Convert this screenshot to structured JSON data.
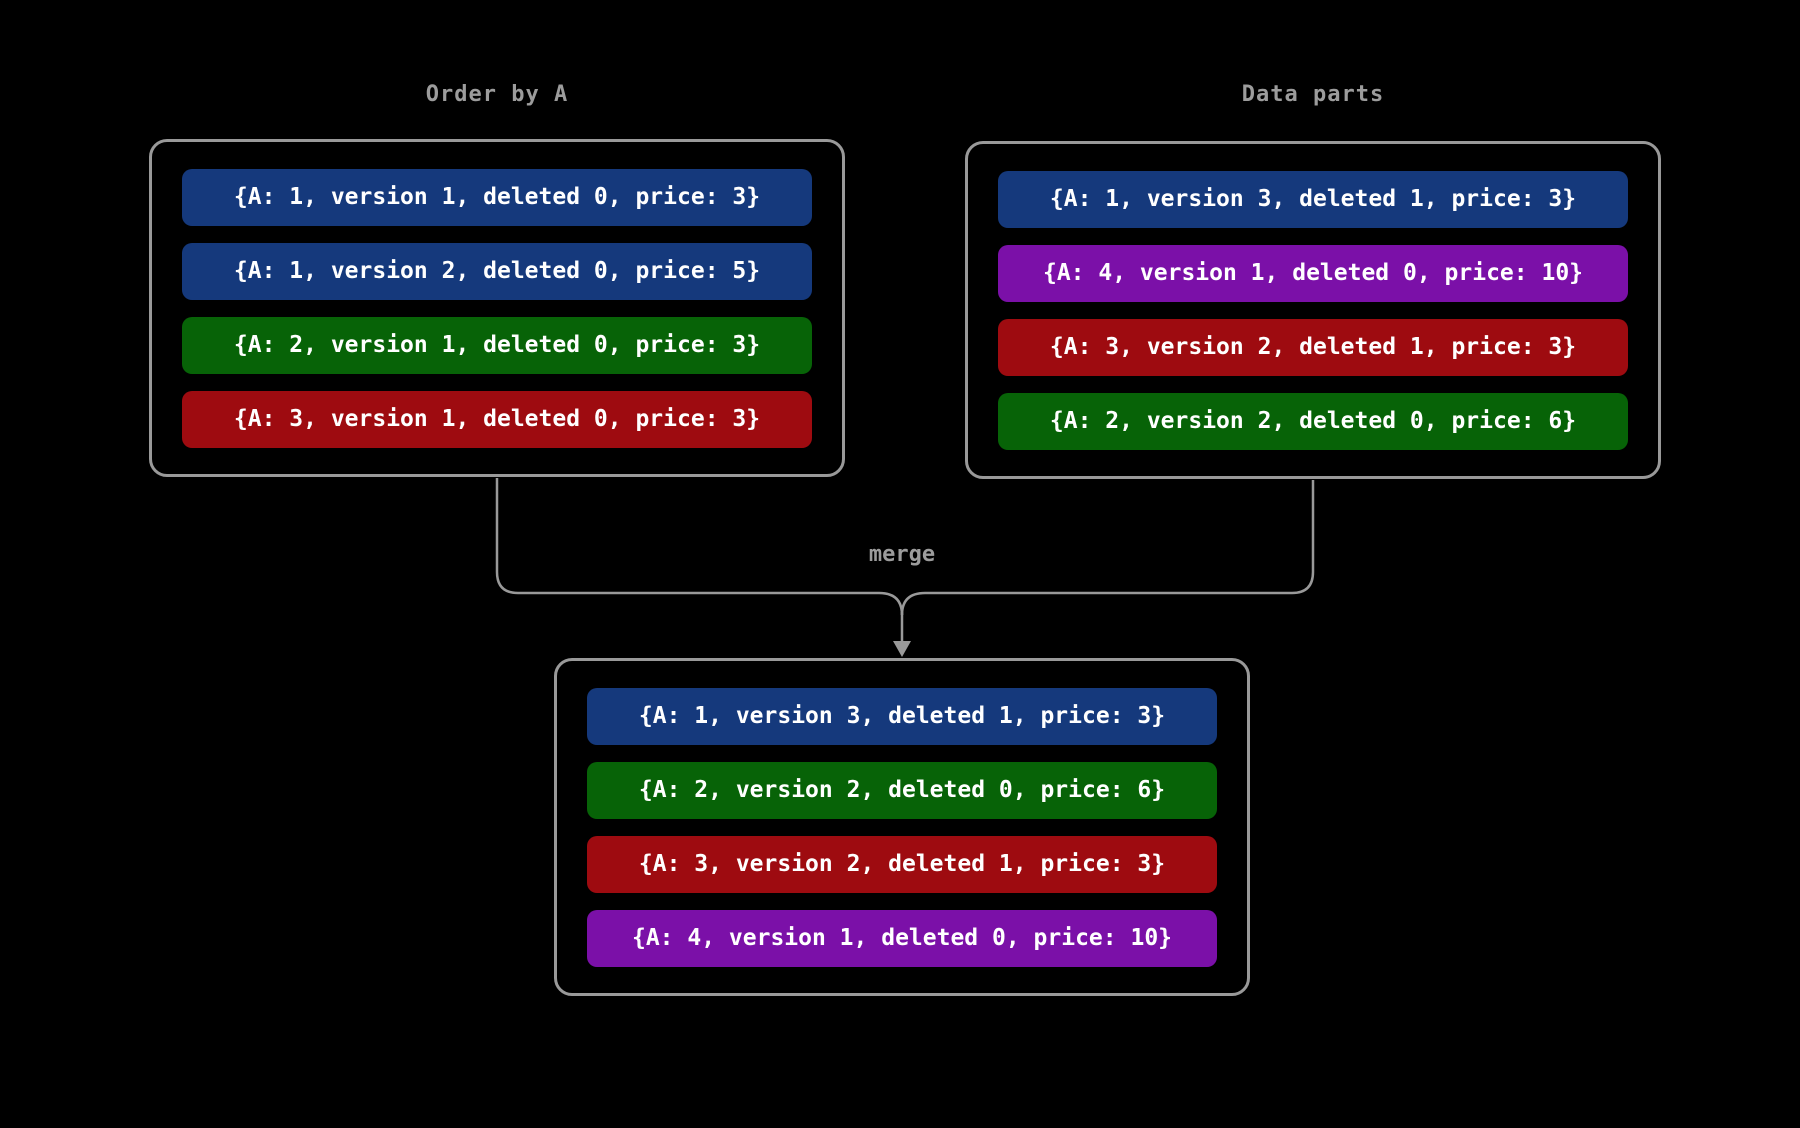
{
  "diagram": {
    "merge_label": "merge",
    "colors": {
      "background": "#000000",
      "line": "#999999",
      "label": "#9C9C9C",
      "row_text": "#FFFFFF",
      "blue": "#15397C",
      "green": "#076307",
      "red": "#9E0B10",
      "purple": "#7B10A8"
    },
    "boxes": [
      {
        "title": "Order by A",
        "rows": [
          {
            "color": "blue",
            "text": "{A: 1, version 1, deleted 0, price: 3}"
          },
          {
            "color": "blue",
            "text": "{A: 1, version 2, deleted 0, price: 5}"
          },
          {
            "color": "green",
            "text": "{A: 2, version 1, deleted 0, price: 3}"
          },
          {
            "color": "red",
            "text": "{A: 3, version 1, deleted 0, price: 3}"
          }
        ]
      },
      {
        "title": "Data parts",
        "rows": [
          {
            "color": "blue",
            "text": "{A: 1, version 3, deleted 1, price: 3}"
          },
          {
            "color": "purple",
            "text": "{A: 4, version 1, deleted 0, price: 10}"
          },
          {
            "color": "red",
            "text": "{A: 3, version 2, deleted 1, price: 3}"
          },
          {
            "color": "green",
            "text": "{A: 2, version 2, deleted 0, price: 6}"
          }
        ]
      },
      {
        "title": "",
        "rows": [
          {
            "color": "blue",
            "text": "{A: 1, version 3, deleted 1, price: 3}"
          },
          {
            "color": "green",
            "text": "{A: 2, version 2, deleted 0, price: 6}"
          },
          {
            "color": "red",
            "text": "{A: 3, version 2, deleted 1, price: 3}"
          },
          {
            "color": "purple",
            "text": "{A: 4, version 1, deleted 0, price: 10}"
          }
        ]
      }
    ]
  }
}
